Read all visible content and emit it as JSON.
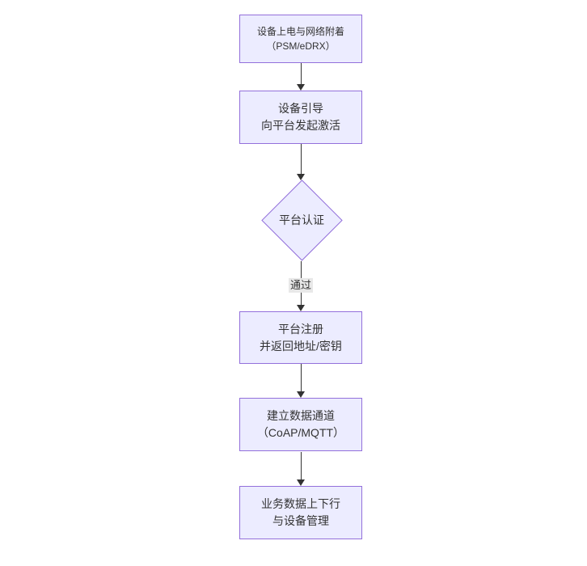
{
  "diagram": {
    "type": "flowchart",
    "direction": "top-down",
    "nodes": [
      {
        "id": "power-attach",
        "shape": "rect",
        "lines": [
          "设备上电与网络附着",
          "（PSM/eDRX）"
        ]
      },
      {
        "id": "bootstrap-activate",
        "shape": "rect",
        "lines": [
          "设备引导",
          "向平台发起激活"
        ]
      },
      {
        "id": "platform-auth",
        "shape": "diamond",
        "lines": [
          "平台认证"
        ]
      },
      {
        "id": "platform-register",
        "shape": "rect",
        "lines": [
          "平台注册",
          "并返回地址/密钥"
        ]
      },
      {
        "id": "data-channel",
        "shape": "rect",
        "lines": [
          "建立数据通道",
          "（CoAP/MQTT）"
        ]
      },
      {
        "id": "business-data",
        "shape": "rect",
        "lines": [
          "业务数据上下行",
          "与设备管理"
        ]
      }
    ],
    "edges": [
      {
        "from": "power-attach",
        "to": "bootstrap-activate",
        "label": ""
      },
      {
        "from": "bootstrap-activate",
        "to": "platform-auth",
        "label": ""
      },
      {
        "from": "platform-auth",
        "to": "platform-register",
        "label": "通过"
      },
      {
        "from": "platform-register",
        "to": "data-channel",
        "label": ""
      },
      {
        "from": "data-channel",
        "to": "business-data",
        "label": ""
      }
    ],
    "colors": {
      "node_fill": "#ECECFF",
      "node_border": "#9370DB",
      "text": "#333333",
      "edge": "#333333",
      "edge_label_bg": "#e8e8e8",
      "background": "#ffffff"
    }
  }
}
